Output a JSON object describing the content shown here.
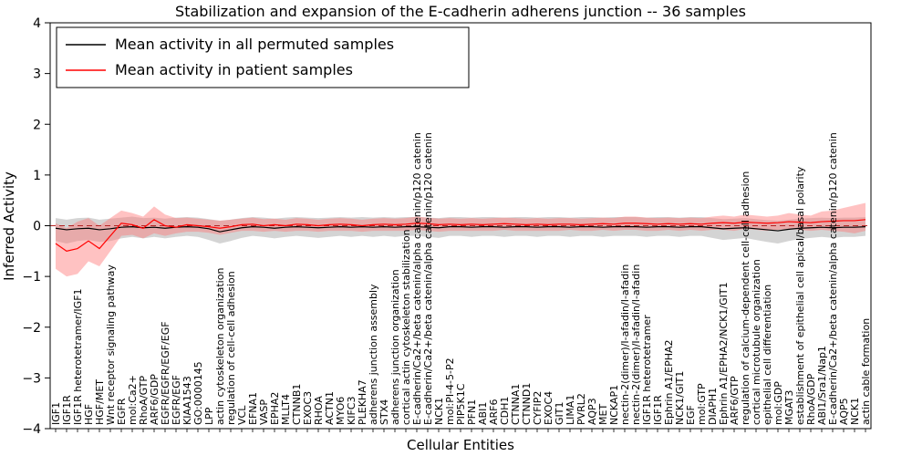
{
  "title": "Stabilization and expansion of the E-cadherin adherens junction -- 36 samples",
  "axes": {
    "ylabel": "Inferred Activity",
    "xlabel": "Cellular Entities"
  },
  "chart_data": {
    "type": "line",
    "title": "Stabilization and expansion of the E-cadherin adherens junction -- 36 samples",
    "xlabel": "Cellular Entities",
    "ylabel": "Inferred Activity",
    "ylim": [
      -4,
      4
    ],
    "yticks": [
      4,
      3,
      2,
      1,
      0,
      -1,
      -2,
      -3,
      -4
    ],
    "grid": false,
    "legend_position": "upper left",
    "reference_line": {
      "y": 0,
      "style": "dashed",
      "color": "#b22222"
    },
    "categories": [
      "IGF1",
      "IGF1R",
      "IGF1R heterotetramer/IGF1",
      "HGF",
      "HGF/MET",
      "Wnt receptor signaling pathway",
      "EGFR",
      "mol:Ca2+",
      "RhoA/GTP",
      "ARF6/GDP",
      "EGFR/EGFR/EGF/EGF",
      "EGFR/EGF",
      "KIAA1543",
      "GO:0000145",
      "LPP",
      "actin cytoskeleton organization",
      "regulation of cell-cell adhesion",
      "VCL",
      "EFNA1",
      "VASP",
      "EPHA2",
      "MLLT4",
      "CTNNB1",
      "EXOC3",
      "RHOA",
      "ACTN1",
      "MYO6",
      "KIFC3",
      "PLEKHA7",
      "adherens junction assembly",
      "STX4",
      "adherens junction organization",
      "cortical actin cytoskeleton stabilization",
      "E-cadherin/Ca2+/beta catenin/alpha catenin/p120 catenin",
      "E-cadherin/Ca2+/beta catenin/alpha catenin/p120 catenin",
      "NCK1",
      "mol:PI-4-5-P2",
      "PIP5K1C",
      "PFN1",
      "ABI1",
      "ARF6",
      "CDH1",
      "CTNNA1",
      "CTNND1",
      "CYFIP2",
      "EXOC4",
      "GIT1",
      "LIMA1",
      "PVRL2",
      "AQP3",
      "MET",
      "NCKAP1",
      "nectin-2(dimer)/I-afadin/I-afadin",
      "nectin-2(dimer)/I-afadin/I-afadin",
      "IGF1R heterotetramer",
      "IGF1R",
      "Ephrin A1/EPHA2",
      "NCK1/GIT1",
      "EGF",
      "mol:GTP",
      "DIAPH1",
      "Ephrin A1/EPHA2/NCK1/GIT1",
      "ARF6/GTP",
      "regulation of calcium-dependent cell-cell adhesion",
      "cortical microtubule organization",
      "epithelial cell differentiation",
      "mol:GDP",
      "MGAT3",
      "establishment of epithelial cell apical/basal polarity",
      "RhoA/GDP",
      "ABI1/Sra1/Nap1",
      "E-cadherin/Ca2+/beta catenin/alpha catenin/p120 catenin",
      "AQP5",
      "NCK1",
      "actin cable formation"
    ],
    "series": [
      {
        "name": "Mean activity in all permuted samples",
        "line_color": "#000000",
        "band_color": "#b0b0b0",
        "band_opacity": 0.55,
        "values": [
          -0.05,
          -0.08,
          -0.06,
          -0.05,
          -0.08,
          -0.06,
          -0.03,
          -0.02,
          -0.04,
          -0.03,
          -0.05,
          -0.03,
          -0.02,
          -0.03,
          -0.06,
          -0.12,
          -0.08,
          -0.04,
          -0.02,
          -0.03,
          -0.05,
          -0.03,
          -0.02,
          -0.03,
          -0.04,
          -0.03,
          -0.02,
          -0.03,
          -0.02,
          -0.03,
          -0.02,
          -0.03,
          -0.02,
          -0.02,
          -0.03,
          -0.04,
          -0.02,
          -0.02,
          -0.03,
          -0.02,
          -0.02,
          -0.03,
          -0.02,
          -0.02,
          -0.03,
          -0.02,
          -0.02,
          -0.03,
          -0.02,
          -0.02,
          -0.03,
          -0.02,
          -0.02,
          -0.02,
          -0.03,
          -0.02,
          -0.02,
          -0.03,
          -0.02,
          -0.02,
          -0.04,
          -0.06,
          -0.05,
          -0.04,
          -0.06,
          -0.08,
          -0.1,
          -0.07,
          -0.05,
          -0.04,
          -0.03,
          -0.04,
          -0.03,
          -0.03,
          -0.02
        ],
        "band_low": [
          -0.3,
          -0.35,
          -0.3,
          -0.28,
          -0.32,
          -0.3,
          -0.25,
          -0.22,
          -0.25,
          -0.22,
          -0.25,
          -0.22,
          -0.2,
          -0.22,
          -0.28,
          -0.35,
          -0.3,
          -0.24,
          -0.2,
          -0.22,
          -0.25,
          -0.22,
          -0.2,
          -0.22,
          -0.24,
          -0.22,
          -0.2,
          -0.22,
          -0.2,
          -0.22,
          -0.2,
          -0.22,
          -0.2,
          -0.2,
          -0.22,
          -0.24,
          -0.2,
          -0.2,
          -0.22,
          -0.2,
          -0.2,
          -0.22,
          -0.2,
          -0.2,
          -0.22,
          -0.2,
          -0.2,
          -0.22,
          -0.2,
          -0.2,
          -0.22,
          -0.2,
          -0.2,
          -0.2,
          -0.22,
          -0.2,
          -0.2,
          -0.22,
          -0.2,
          -0.2,
          -0.24,
          -0.28,
          -0.26,
          -0.24,
          -0.28,
          -0.32,
          -0.35,
          -0.3,
          -0.26,
          -0.24,
          -0.22,
          -0.24,
          -0.22,
          -0.22,
          -0.2
        ],
        "band_high": [
          0.15,
          0.12,
          0.15,
          0.16,
          0.12,
          0.14,
          0.16,
          0.18,
          0.15,
          0.16,
          0.14,
          0.16,
          0.17,
          0.16,
          0.13,
          0.1,
          0.12,
          0.15,
          0.17,
          0.16,
          0.14,
          0.16,
          0.17,
          0.16,
          0.15,
          0.16,
          0.17,
          0.16,
          0.17,
          0.16,
          0.17,
          0.16,
          0.17,
          0.17,
          0.16,
          0.15,
          0.17,
          0.17,
          0.16,
          0.17,
          0.17,
          0.16,
          0.17,
          0.17,
          0.16,
          0.17,
          0.17,
          0.16,
          0.17,
          0.17,
          0.16,
          0.17,
          0.17,
          0.17,
          0.16,
          0.17,
          0.17,
          0.16,
          0.17,
          0.17,
          0.15,
          0.13,
          0.14,
          0.15,
          0.13,
          0.11,
          0.1,
          0.12,
          0.14,
          0.15,
          0.16,
          0.15,
          0.16,
          0.16,
          0.17
        ]
      },
      {
        "name": "Mean activity in patient samples",
        "line_color": "#ff0000",
        "band_color": "#ff7777",
        "band_opacity": 0.45,
        "values": [
          -0.35,
          -0.5,
          -0.45,
          -0.3,
          -0.45,
          -0.2,
          0.05,
          0.02,
          -0.05,
          0.12,
          0.0,
          -0.03,
          0.02,
          0.0,
          -0.02,
          -0.05,
          -0.02,
          0.02,
          0.03,
          0.0,
          0.02,
          0.0,
          0.03,
          0.02,
          0.0,
          0.02,
          0.03,
          0.02,
          0.0,
          0.02,
          0.03,
          0.02,
          0.03,
          0.05,
          0.04,
          0.02,
          0.03,
          0.02,
          0.03,
          0.02,
          0.03,
          0.04,
          0.03,
          0.02,
          0.03,
          0.02,
          0.03,
          0.03,
          0.02,
          0.03,
          0.04,
          0.03,
          0.05,
          0.05,
          0.04,
          0.03,
          0.04,
          0.03,
          0.04,
          0.03,
          0.05,
          0.06,
          0.05,
          0.07,
          0.06,
          0.05,
          0.06,
          0.08,
          0.07,
          0.06,
          0.08,
          0.09,
          0.1,
          0.1,
          0.12
        ],
        "band_low": [
          -0.85,
          -1.0,
          -0.95,
          -0.7,
          -0.8,
          -0.5,
          -0.2,
          -0.18,
          -0.25,
          -0.15,
          -0.2,
          -0.15,
          -0.12,
          -0.12,
          -0.14,
          -0.18,
          -0.14,
          -0.1,
          -0.1,
          -0.12,
          -0.1,
          -0.12,
          -0.1,
          -0.1,
          -0.12,
          -0.1,
          -0.1,
          -0.1,
          -0.12,
          -0.1,
          -0.1,
          -0.1,
          -0.1,
          -0.08,
          -0.1,
          -0.12,
          -0.1,
          -0.1,
          -0.1,
          -0.1,
          -0.1,
          -0.08,
          -0.1,
          -0.1,
          -0.1,
          -0.1,
          -0.1,
          -0.08,
          -0.1,
          -0.1,
          -0.08,
          -0.1,
          -0.08,
          -0.08,
          -0.1,
          -0.1,
          -0.08,
          -0.1,
          -0.08,
          -0.1,
          -0.08,
          -0.08,
          -0.1,
          -0.06,
          -0.08,
          -0.1,
          -0.08,
          -0.06,
          -0.08,
          -0.1,
          -0.08,
          -0.1,
          -0.12,
          -0.15,
          -0.1
        ],
        "band_high": [
          0.05,
          -0.05,
          0.08,
          0.15,
          0.0,
          0.15,
          0.3,
          0.25,
          0.18,
          0.38,
          0.22,
          0.15,
          0.16,
          0.14,
          0.12,
          0.1,
          0.12,
          0.14,
          0.16,
          0.13,
          0.14,
          0.12,
          0.15,
          0.14,
          0.12,
          0.14,
          0.15,
          0.14,
          0.12,
          0.14,
          0.15,
          0.14,
          0.15,
          0.18,
          0.16,
          0.14,
          0.15,
          0.14,
          0.15,
          0.14,
          0.15,
          0.16,
          0.15,
          0.14,
          0.15,
          0.14,
          0.15,
          0.15,
          0.14,
          0.15,
          0.16,
          0.15,
          0.18,
          0.18,
          0.16,
          0.15,
          0.16,
          0.15,
          0.16,
          0.15,
          0.18,
          0.2,
          0.18,
          0.22,
          0.2,
          0.18,
          0.2,
          0.25,
          0.22,
          0.2,
          0.28,
          0.3,
          0.35,
          0.4,
          0.45
        ]
      }
    ]
  }
}
